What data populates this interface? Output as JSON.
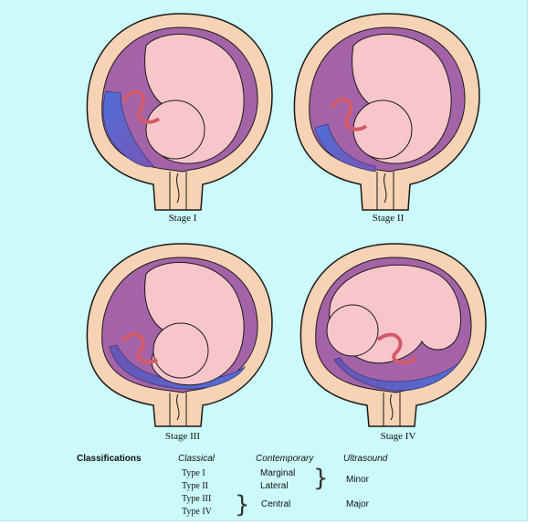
{
  "stages": [
    {
      "label": "Stage I"
    },
    {
      "label": "Stage II"
    },
    {
      "label": "Stage III"
    },
    {
      "label": "Stage IV"
    }
  ],
  "classifications": {
    "heading": "Classifications",
    "columns": {
      "classical": "Classical",
      "contemporary": "Contemporary",
      "ultrasound": "Ultrasound"
    },
    "classical_types": [
      "Type I",
      "Type II",
      "Type III",
      "Type IV"
    ],
    "contemporary": [
      "Marginal",
      "Lateral",
      "Central"
    ],
    "ultrasound": [
      "Minor",
      "Major"
    ]
  },
  "colors": {
    "background": "#ccfafa",
    "uterine_wall": "#f6d3b4",
    "amniotic_cavity": "#a463a7",
    "fetus": "#f7c6cb",
    "placenta": "#5a73d6",
    "umbilical_cord": "#d35a6a"
  }
}
